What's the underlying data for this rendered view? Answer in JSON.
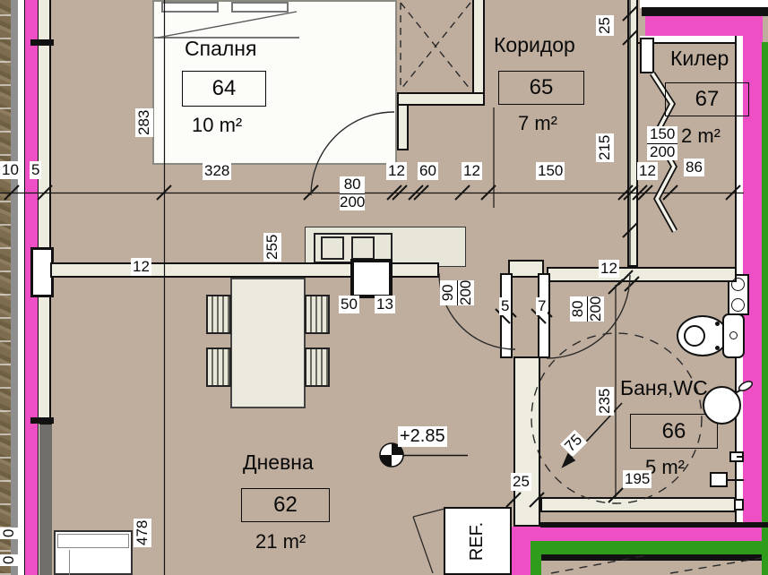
{
  "rooms": {
    "bedroom": {
      "name": "Спалня",
      "num": "64",
      "area": "10 m²"
    },
    "corridor": {
      "name": "Коридор",
      "num": "65",
      "area": "7 m²"
    },
    "closet": {
      "name": "Килер",
      "num": "67",
      "area": "2 m²"
    },
    "bath": {
      "name": "Баня,WC",
      "num": "66",
      "area": "5 m²"
    },
    "living": {
      "name": "Дневна",
      "num": "62",
      "area": "21 m²"
    }
  },
  "marks": {
    "level": "+2.85",
    "fridge": "REF."
  },
  "dims": {
    "d10": "10",
    "d5": "5",
    "bedroom_h": "283",
    "bedroom_w": "328",
    "bed_door": {
      "w": "80",
      "h": "200"
    },
    "d12a": "12",
    "d60": "60",
    "d12b": "12",
    "d150": "150",
    "d12c": "12",
    "d86": "86",
    "closet_door": {
      "w": "150",
      "h": "200"
    },
    "wall25_top": "25",
    "corridor_h": "215",
    "d255": "255",
    "wall12_left": "12",
    "d50": "50",
    "d13": "13",
    "living_door": {
      "w": "90",
      "h": "200"
    },
    "jamb5": "5",
    "jamb7": "7",
    "bath_door": {
      "w": "80",
      "h": "200"
    },
    "wall12_bath": "12",
    "bath_h": "235",
    "radius75": "75",
    "wall25_bottom": "25",
    "bath_w": "195",
    "living_h": "478",
    "cut_a": "0",
    "cut_b": "0"
  },
  "colors": {
    "floor": "#bfae9e",
    "wall": "#edecdf",
    "insulation_pink": "#ee4fc4",
    "facade_green": "#2f9c1c",
    "bedroom_floor": "#fcfcf8"
  }
}
